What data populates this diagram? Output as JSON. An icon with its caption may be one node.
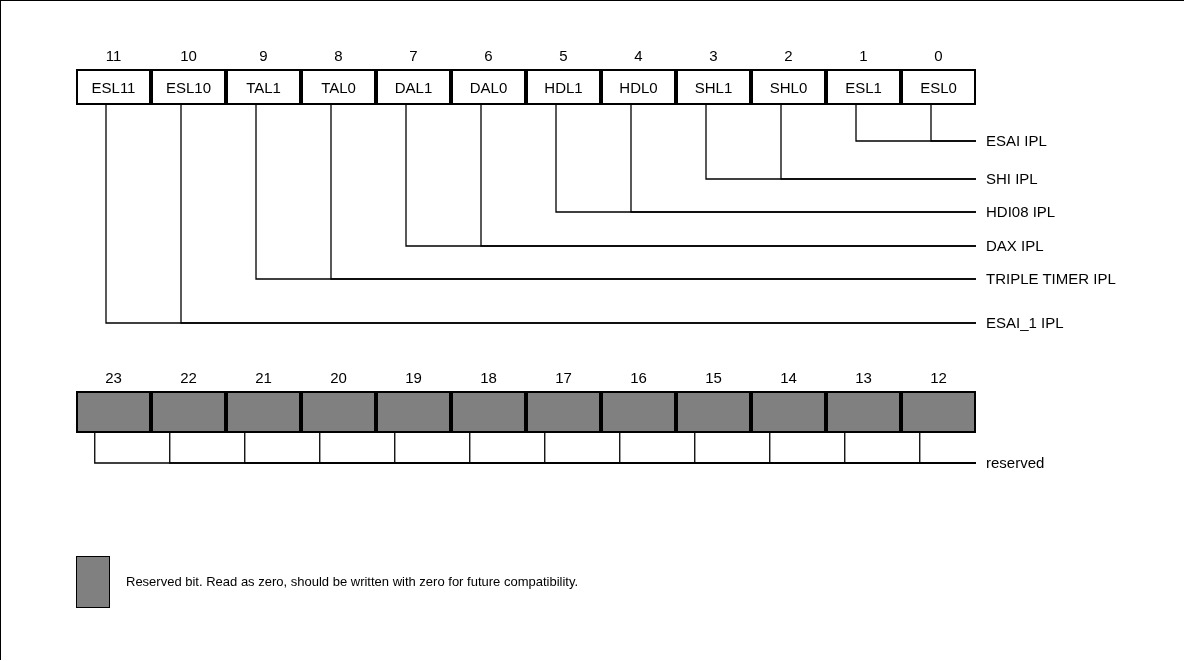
{
  "diagram": {
    "nodes": [
      {
        "text": [
          "ESL11"
        ],
        "beside": [
          "11"
        ]
      },
      {
        "text": [
          "ESL10"
        ],
        "beside": [
          "10"
        ]
      },
      {
        "text": [
          "TAL1"
        ],
        "beside": [
          "9"
        ]
      },
      {
        "text": [
          "TAL0"
        ],
        "beside": [
          "8"
        ]
      },
      {
        "text": [
          "DAL1"
        ],
        "beside": [
          "7"
        ]
      },
      {
        "text": [
          "DAL0"
        ],
        "beside": [
          "6"
        ]
      },
      {
        "text": [
          "HDL1"
        ],
        "beside": [
          "5"
        ]
      },
      {
        "text": [
          "HDL0"
        ],
        "beside": [
          "4"
        ]
      },
      {
        "text": [
          "SHL1"
        ],
        "beside": [
          "3"
        ]
      },
      {
        "text": [
          "SHL0"
        ],
        "beside": [
          "2"
        ]
      },
      {
        "text": [
          "ESL1"
        ],
        "beside": [
          "1"
        ]
      },
      {
        "text": [
          "ESL0"
        ],
        "beside": [
          "0"
        ]
      },
      {
        "text": [],
        "shape": "box",
        "beside": [
          "23"
        ]
      },
      {
        "text": [],
        "shape": "box",
        "beside": [
          "22"
        ]
      },
      {
        "text": [],
        "shape": "box",
        "beside": [
          "21"
        ]
      },
      {
        "text": [],
        "shape": "box",
        "beside": [
          "20"
        ]
      },
      {
        "text": [],
        "shape": "box",
        "beside": [
          "19"
        ]
      },
      {
        "text": [],
        "shape": "box",
        "beside": [
          "18"
        ]
      },
      {
        "text": [],
        "shape": "box",
        "beside": [
          "17"
        ]
      },
      {
        "text": [],
        "shape": "box",
        "beside": [
          "16"
        ]
      },
      {
        "text": [],
        "shape": "box",
        "beside": [
          "15"
        ]
      },
      {
        "text": [],
        "shape": "box",
        "beside": [
          "14"
        ]
      },
      {
        "text": [],
        "shape": "box",
        "beside": [
          "13"
        ]
      },
      {
        "text": [],
        "shape": "box",
        "beside": [
          "12"
        ]
      },
      {
        "text": [
          "ESAI IPL"
        ]
      },
      {
        "text": [
          "SHI IPL"
        ]
      },
      {
        "text": [
          "HDI08 IPL"
        ]
      },
      {
        "text": [
          "DAX IPL"
        ]
      },
      {
        "text": [
          "TRIPLE TIMER IPL"
        ]
      },
      {
        "text": [
          "ESAI_1 IPL"
        ]
      },
      {
        "text": [
          "reserved"
        ]
      }
    ],
    "edges": [
      {
        "from": 10,
        "to": 24,
        "arrow": "none"
      },
      {
        "from": 11,
        "to": 24,
        "arrow": "none"
      },
      {
        "from": 8,
        "to": 25,
        "arrow": "none"
      },
      {
        "from": 9,
        "to": 25,
        "arrow": "none"
      },
      {
        "from": 6,
        "to": 26,
        "arrow": "none"
      },
      {
        "from": 7,
        "to": 26,
        "arrow": "none"
      },
      {
        "from": 4,
        "to": 27,
        "arrow": "none"
      },
      {
        "from": 5,
        "to": 27,
        "arrow": "none"
      },
      {
        "from": 2,
        "to": 28,
        "arrow": "none"
      },
      {
        "from": 3,
        "to": 28,
        "arrow": "none"
      },
      {
        "from": 0,
        "to": 29,
        "arrow": "none"
      },
      {
        "from": 1,
        "to": 29,
        "arrow": "none"
      },
      {
        "from": 12,
        "to": 30,
        "arrow": "none"
      },
      {
        "from": 13,
        "to": 30,
        "arrow": "none"
      },
      {
        "from": 14,
        "to": 30,
        "arrow": "none"
      },
      {
        "from": 15,
        "to": 30,
        "arrow": "none"
      },
      {
        "from": 16,
        "to": 30,
        "arrow": "none"
      },
      {
        "from": 17,
        "to": 30,
        "arrow": "none"
      },
      {
        "from": 18,
        "to": 30,
        "arrow": "none"
      },
      {
        "from": 19,
        "to": 30,
        "arrow": "none"
      },
      {
        "from": 20,
        "to": 30,
        "arrow": "none"
      },
      {
        "from": 21,
        "to": 30,
        "arrow": "none"
      },
      {
        "from": 22,
        "to": 30,
        "arrow": "none"
      },
      {
        "from": 23,
        "to": 30,
        "arrow": "none"
      }
    ],
    "legend": [
      {
        "text": "Reserved bit. Read as zero, should be written with zero for future compatibility.",
        "color": "#808080"
      }
    ]
  }
}
